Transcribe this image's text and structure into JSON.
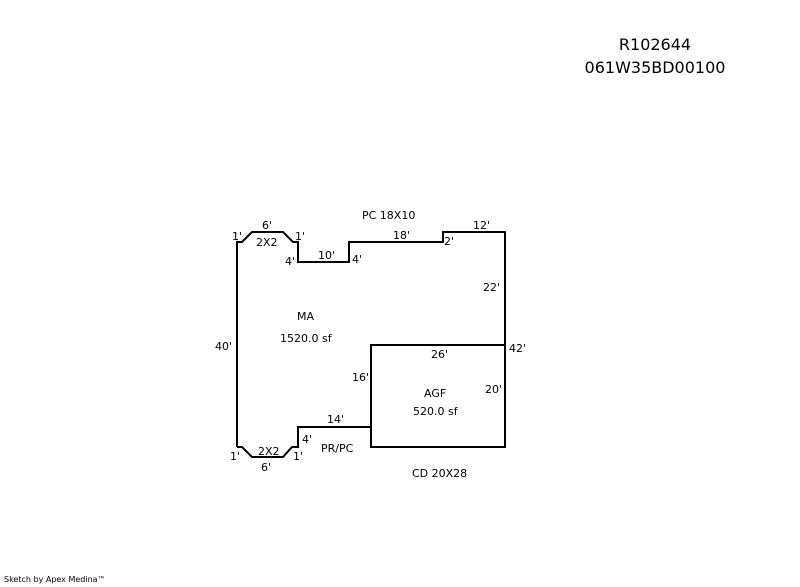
{
  "header": {
    "account": "R102644",
    "parcel": "061W35BD00100"
  },
  "areas": [
    {
      "code": "MA",
      "area": "1520.0 sf"
    },
    {
      "code": "AGF",
      "area": "520.0 sf"
    }
  ],
  "labels": {
    "pc_top": "PC 18X10",
    "bay_top": "2X2",
    "bay_bottom": "2X2",
    "pr_pc": "PR/PC",
    "cd": "CD 20X28"
  },
  "dimensions": {
    "top_1a": "1'",
    "top_6": "6'",
    "top_1b": "1'",
    "top_4a": "4'",
    "top_10": "10'",
    "top_4b": "4'",
    "top_18": "18'",
    "top_2": "2'",
    "top_12": "12'",
    "right_22": "22'",
    "right_42": "42'",
    "left_40": "40'",
    "agf_26": "26'",
    "agf_16": "16'",
    "agf_20": "20'",
    "bot_14": "14'",
    "bot_4": "4'",
    "bot_1a": "1'",
    "bot_1b": "1'",
    "bot_6": "6'"
  },
  "footer": "Sketch by Apex Medina™"
}
